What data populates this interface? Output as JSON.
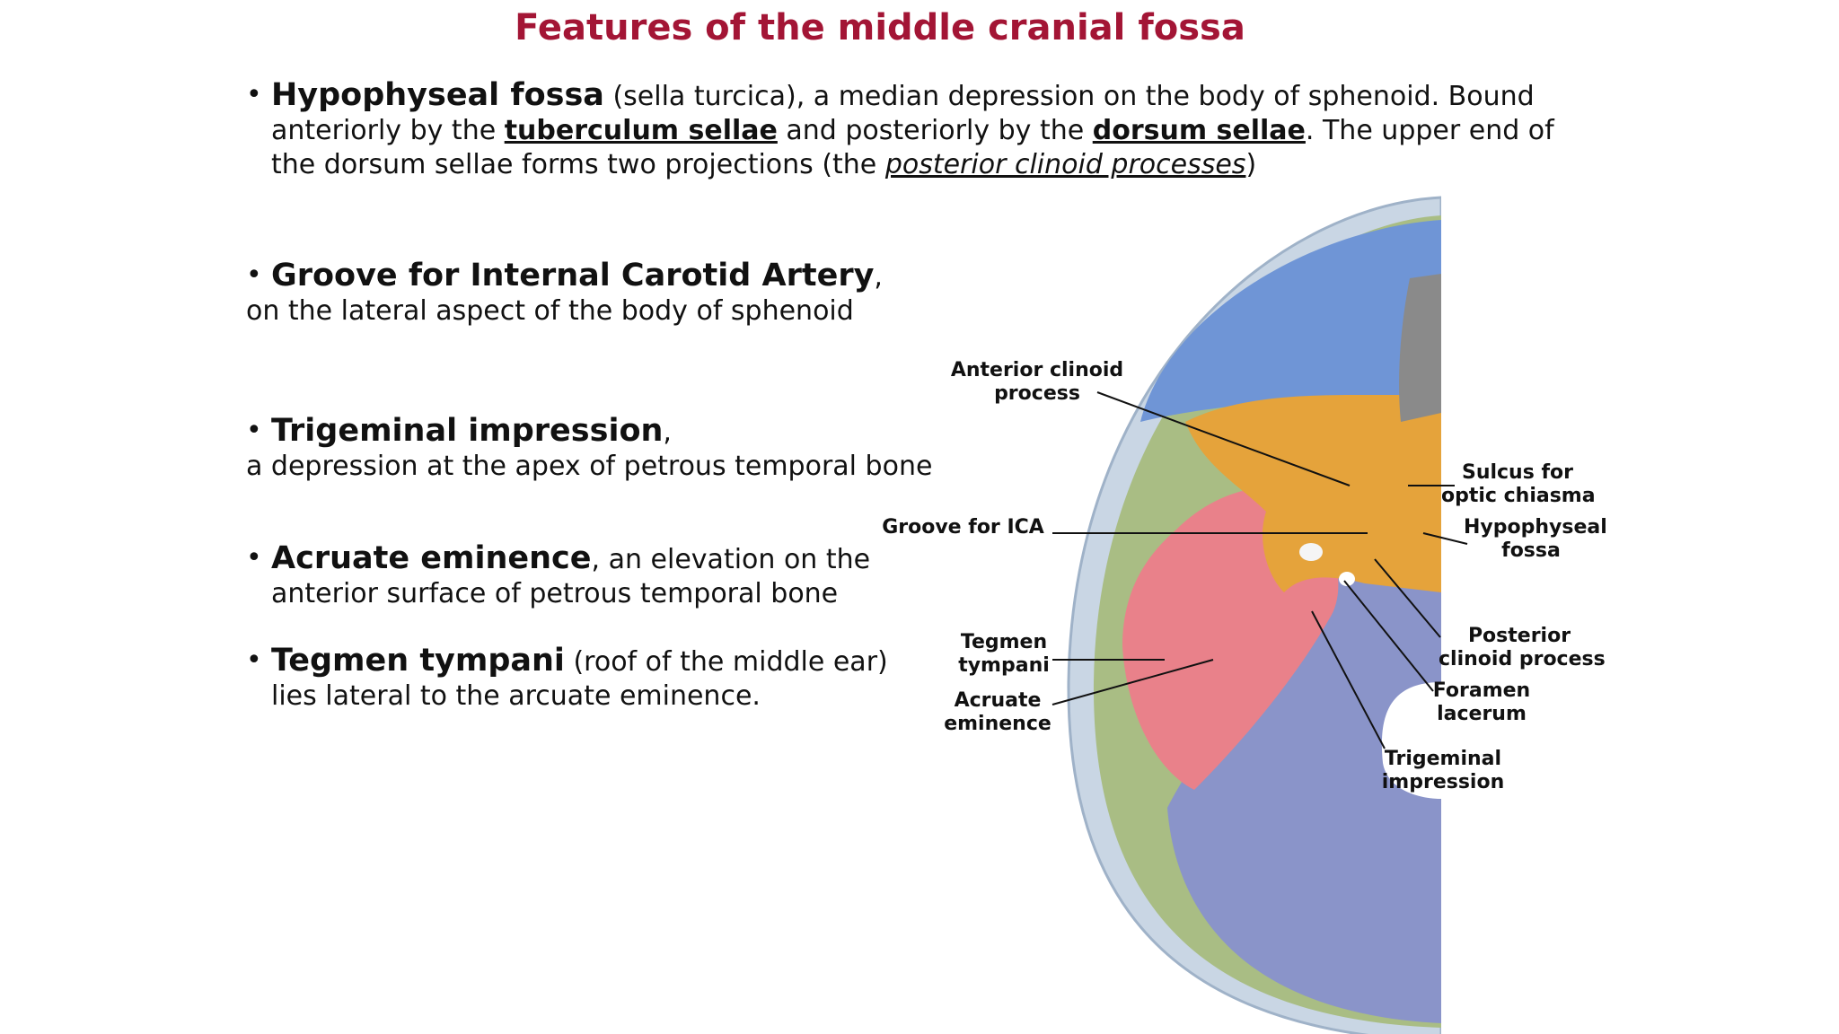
{
  "title": "Features of the middle cranial fossa",
  "bullets": [
    {
      "heading": "Hypophyseal fossa",
      "t1": " (sella turcica), a median depression on the body of sphenoid. Bound",
      "t2": "anteriorly by the ",
      "u1": "tuberculum sellae",
      "t3": " and posteriorly by the ",
      "u2": "dorsum sellae",
      "t4": ". The upper end of",
      "t5": "the dorsum sellae forms two projections (the ",
      "ui": "posterior clinoid processes",
      "t6": ")"
    },
    {
      "heading": "Groove for Internal Carotid Artery",
      "t1": ",",
      "t2": "on the lateral aspect of the body of sphenoid"
    },
    {
      "heading": "Trigeminal impression",
      "t1": ",",
      "t2": "a depression at the apex of petrous temporal bone"
    },
    {
      "heading": "Acruate eminence",
      "t1": ", an elevation on the",
      "t2": "anterior surface of petrous temporal bone"
    },
    {
      "heading": "Tegmen tympani",
      "t1": " (roof of the middle ear)",
      "t2": "lies lateral to the arcuate eminence."
    }
  ],
  "labels": {
    "anterior_clinoid_1": "Anterior clinoid",
    "anterior_clinoid_2": "process",
    "groove_ica": "Groove for ICA",
    "tegmen_1": "Tegmen",
    "tegmen_2": "tympani",
    "acruate_1": "Acruate",
    "acruate_2": "eminence",
    "sulcus_1": "Sulcus for",
    "sulcus_2": "optic chiasma",
    "hypophyseal_1": "Hypophyseal",
    "hypophyseal_2": "fossa",
    "posterior_clinoid_1": "Posterior",
    "posterior_clinoid_2": "clinoid process",
    "foramen_1": "Foramen",
    "foramen_2": "lacerum",
    "trigeminal_1": "Trigeminal",
    "trigeminal_2": "impression"
  },
  "colors": {
    "title": "#a31535",
    "anterior_fossa": "#6f95d6",
    "posterior_fossa": "#8a94c9",
    "sphenoid": "#e5a33b",
    "petrous": "#e9818a",
    "squamous": "#a9bd84",
    "rim": "#c9d6e4"
  }
}
